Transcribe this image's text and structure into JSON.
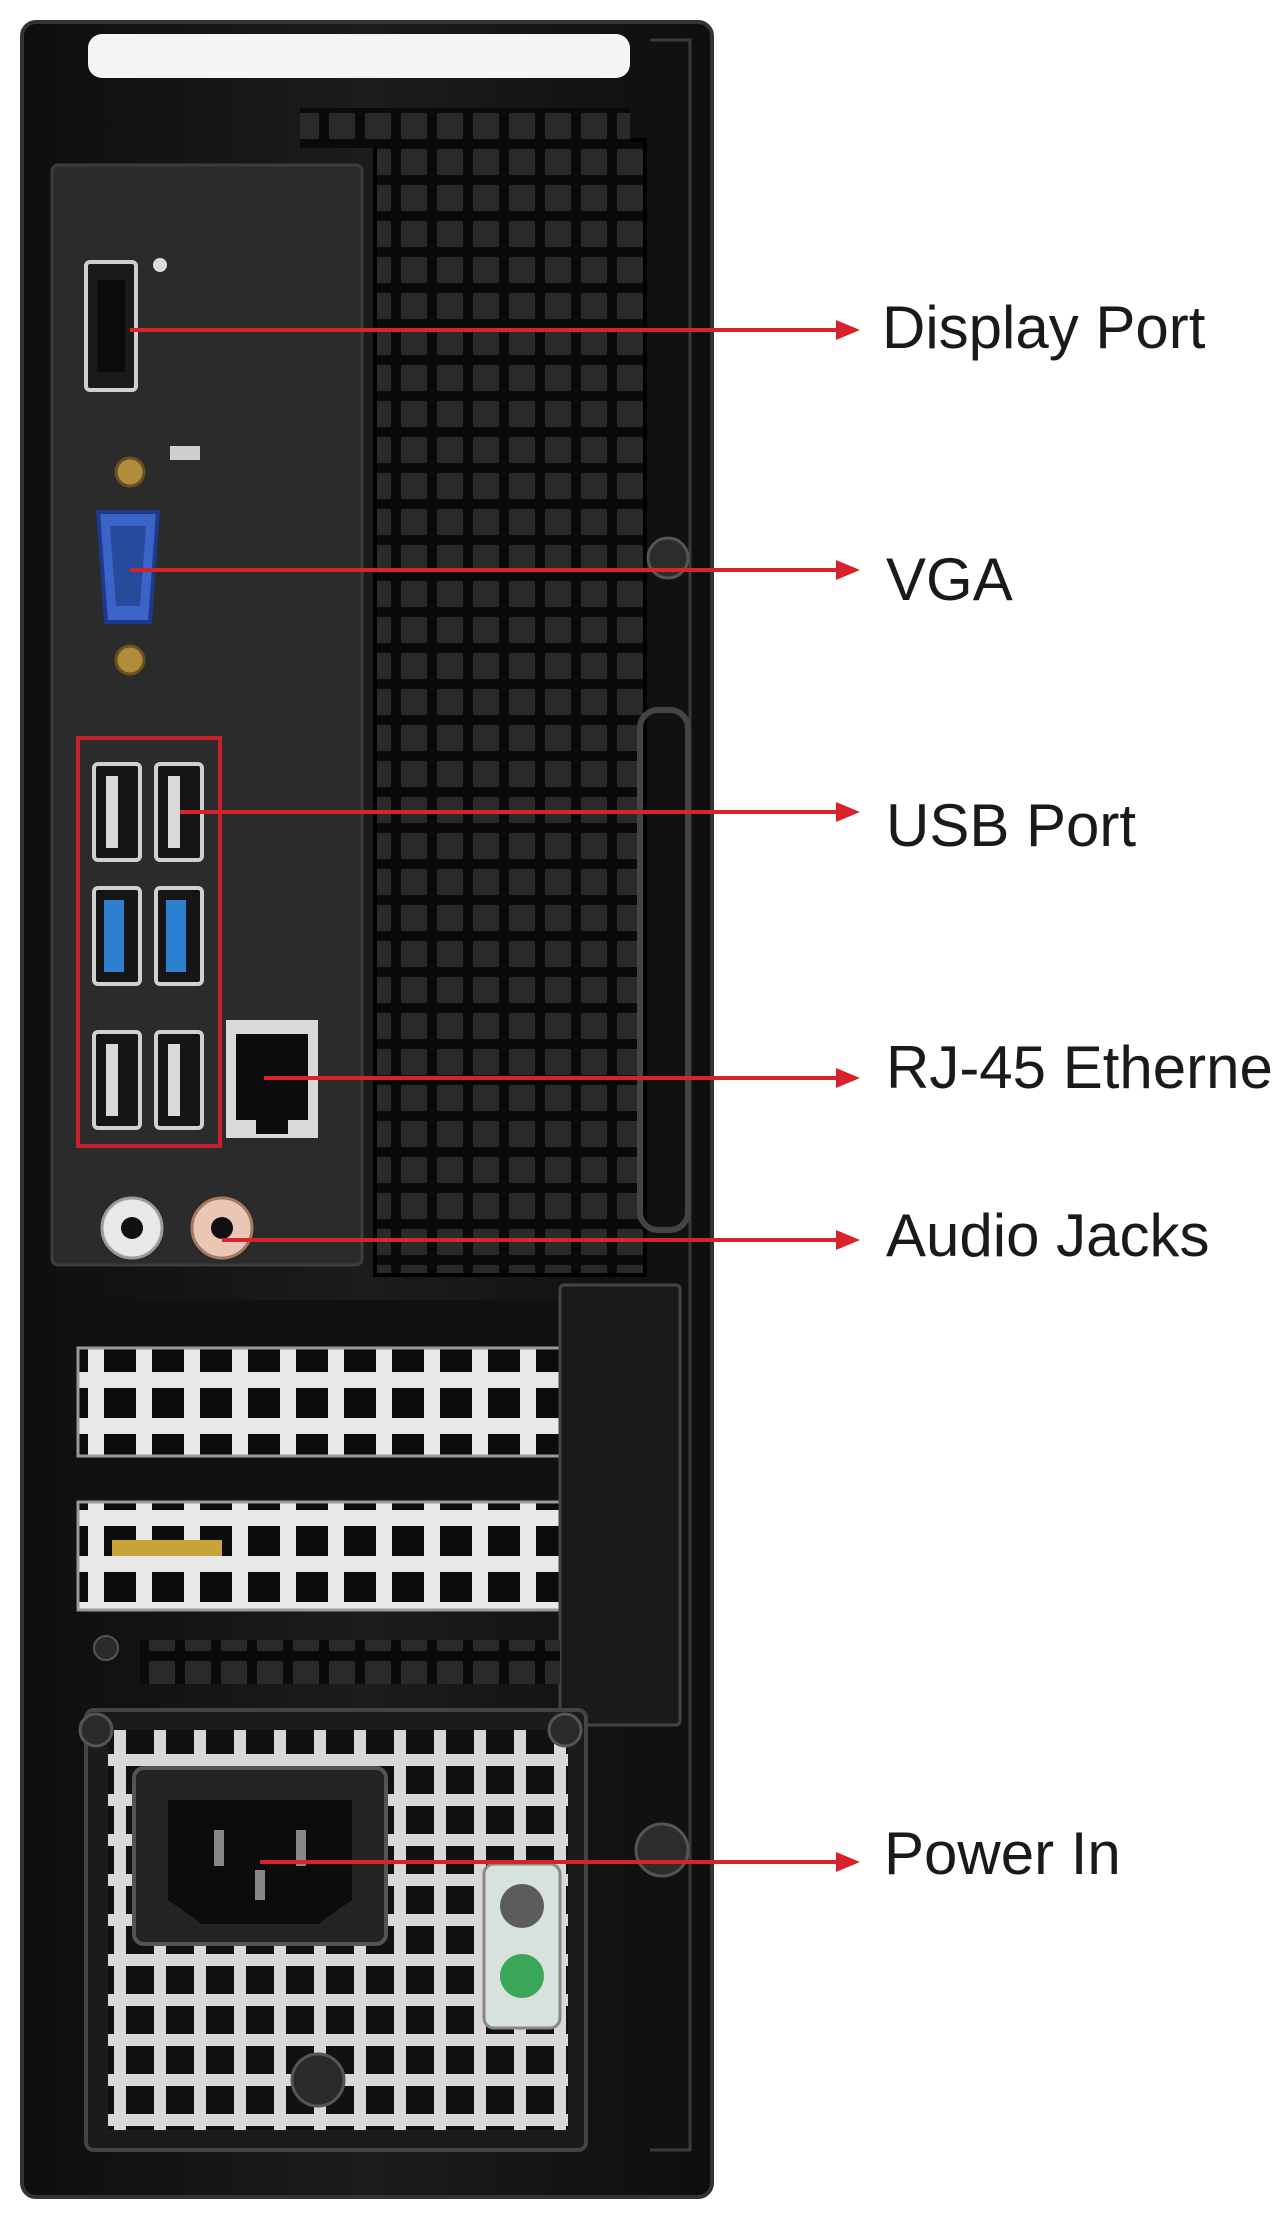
{
  "colors": {
    "background": "#ffffff",
    "case": "#141414",
    "panel": "#2b2b2b",
    "callout": "#d8232a",
    "usb3": "#2f7fd0",
    "vga": "#3a64c8",
    "ps2": "#3aa657"
  },
  "callouts": [
    {
      "id": "display-port",
      "label": "Display Port",
      "y": 0
    },
    {
      "id": "vga",
      "label": "VGA",
      "y": 1
    },
    {
      "id": "usb-port",
      "label": "USB Port",
      "y": 2
    },
    {
      "id": "rj45-ethernet",
      "label": "RJ-45 Etherne",
      "y": 3
    },
    {
      "id": "audio-jacks",
      "label": "Audio Jacks",
      "y": 4
    },
    {
      "id": "power-in",
      "label": "Power In",
      "y": 5
    }
  ]
}
